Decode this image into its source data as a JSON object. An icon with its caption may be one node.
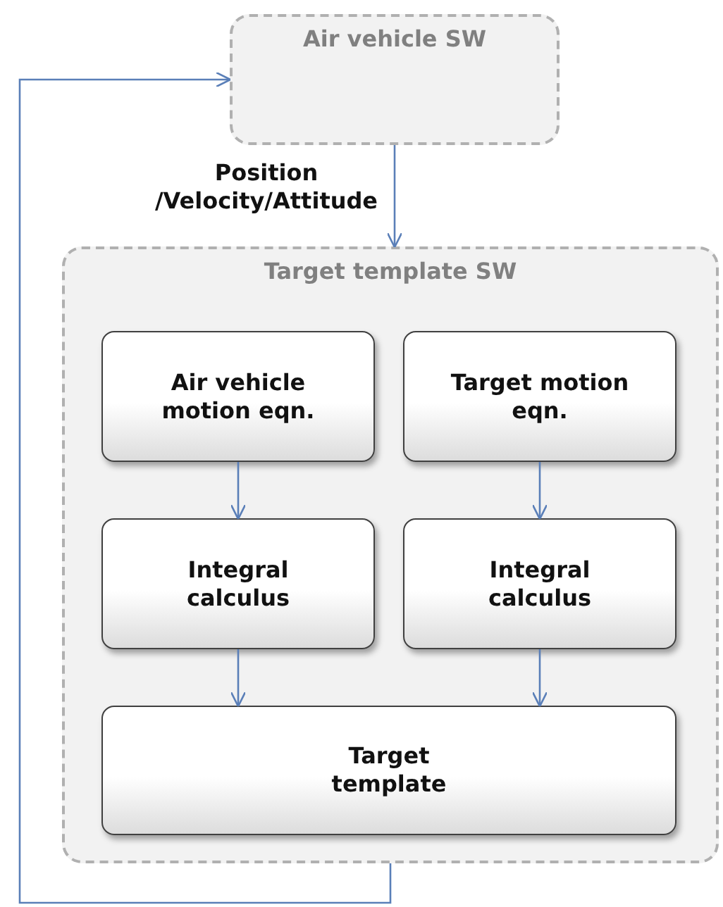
{
  "diagram": {
    "nodes": [
      {
        "text": [
          "Air vehicle SW"
        ]
      },
      {
        "text": [
          "Target template SW"
        ]
      },
      {
        "text": [
          "Air vehicle motion eqn."
        ],
        "in": 1
      },
      {
        "text": [
          "Target motion eqn."
        ],
        "in": 1
      },
      {
        "text": [
          "Integral calculus"
        ],
        "in": 1
      },
      {
        "text": [
          "Integral calculus"
        ],
        "in": 1
      },
      {
        "text": [
          "Target template"
        ],
        "in": 1
      }
    ],
    "edges": [
      {
        "from": 0,
        "to": 1,
        "arrow": "to",
        "label": "Position /Velocity/Attitude"
      },
      {
        "from": 2,
        "to": 4,
        "arrow": "to"
      },
      {
        "from": 3,
        "to": 5,
        "arrow": "to"
      },
      {
        "from": 4,
        "to": 6,
        "arrow": "to"
      },
      {
        "from": 5,
        "to": 6,
        "arrow": "to"
      },
      {
        "from": 1,
        "to": 0,
        "arrow": "to"
      }
    ]
  }
}
